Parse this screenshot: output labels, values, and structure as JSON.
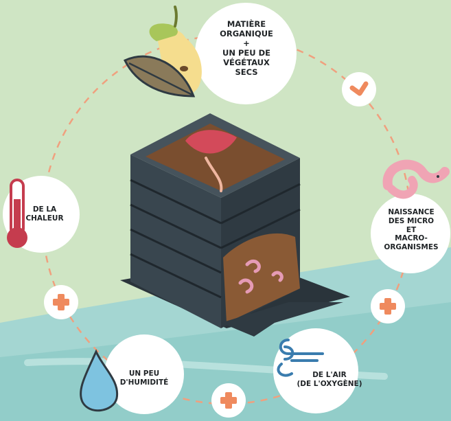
{
  "colors": {
    "background_top": "#cfe5c4",
    "background_bottom": "#9fd3d1",
    "dashed_ring": "#f0a07e",
    "plus_orange": "#ef8a5e",
    "bin_dark": "#2f3a42",
    "compost_brown": "#8a5a35",
    "worm_pink": "#f0a4b4"
  },
  "labels": {
    "organic": "MATIÈRE\nORGANIQUE\n+\nUN PEU DE\nVÉGÉTAUX\nSECS",
    "organisms": "NAISSANCE\nDES MICRO\nET\nMACRO-\nORGANISMES",
    "air": "DE L'AIR\n(DE L'OXYGÈNE)",
    "humidity": "UN PEU\nD'HUMIDITÉ",
    "heat": "DE LA\nCHALEUR"
  },
  "icons": [
    "apple-core-icon",
    "leaf-icon",
    "worm-icon",
    "wind-icon",
    "water-drop-icon",
    "thermometer-icon",
    "arrow-icon",
    "plus-icon"
  ]
}
